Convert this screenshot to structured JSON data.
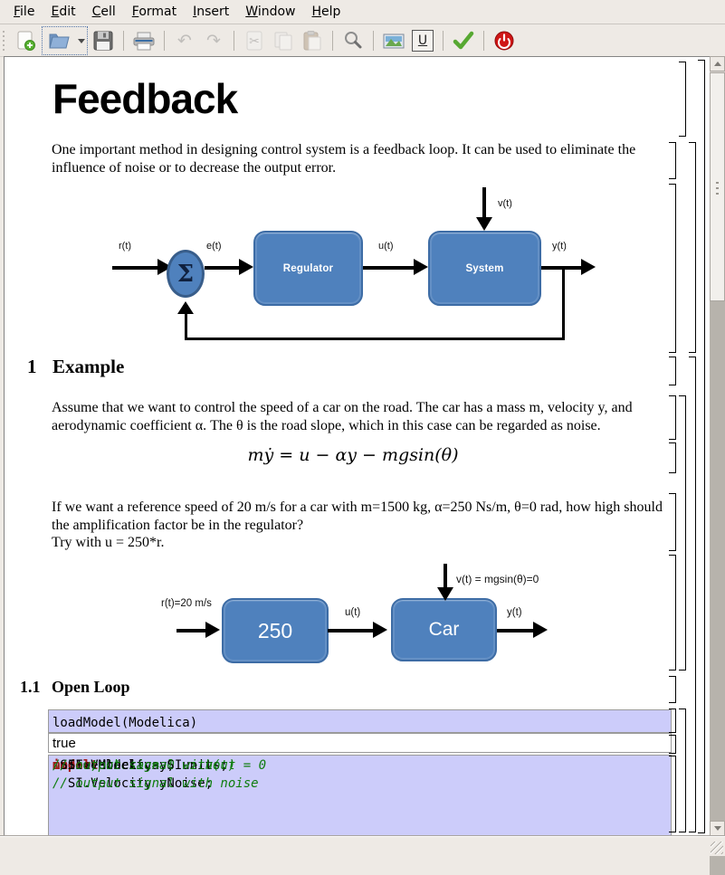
{
  "menu": {
    "items": [
      {
        "accel": "F",
        "rest": "ile"
      },
      {
        "accel": "E",
        "rest": "dit"
      },
      {
        "accel": "C",
        "rest": "ell"
      },
      {
        "accel": "F",
        "rest": "ormat"
      },
      {
        "accel": "I",
        "rest": "nsert"
      },
      {
        "accel": "W",
        "rest": "indow"
      },
      {
        "accel": "H",
        "rest": "elp"
      }
    ]
  },
  "toolbar": {
    "icons": [
      "new-document",
      "open-notebook",
      "open-dropdown",
      "save",
      "print",
      "undo",
      "redo",
      "cut",
      "copy",
      "paste",
      "search",
      "insert-image",
      "underline",
      "evaluate-check",
      "stop-power"
    ]
  },
  "document": {
    "title": "Feedback",
    "para1": [
      "One important method in designing control system is a feedback loop. It can be used to eliminate the",
      "influence of noise or to decrease the output error."
    ],
    "heading1": {
      "number": "1",
      "text": "Example"
    },
    "para2": [
      "Assume that we want to control the speed of a car on the road. The car has a mass m, velocity y, and",
      "aerodynamic coefficient α. The θ is the road slope, which in this case can be regarded as noise."
    ],
    "formula": "mẏ = u − αy − mgsin(θ)",
    "para3": [
      "If we want a reference speed of 20 m/s for a car with m=1500 kg, α=250 Ns/m, θ=0 rad, how high should",
      "the amplification factor be in the regulator?",
      "Try with u = 250*r."
    ],
    "heading2": {
      "number": "1.1",
      "text": "Open Loop"
    },
    "diagram1": {
      "sum": "Σ",
      "r": "r(t)",
      "e": "e(t)",
      "u": "u(t)",
      "v": "v(t)",
      "y": "y(t)",
      "regulator": "Regulator",
      "system": "System"
    },
    "diagram2": {
      "r": "r(t)=20 m/s",
      "u": "u(t)",
      "v": "v(t) = mgsin(θ)=0",
      "y": "y(t)",
      "gain": "250",
      "car": "Car"
    },
    "cells": {
      "input1": "loadModel(Modelica)",
      "output1": "true",
      "code2": {
        "l1_kw": "model",
        "l1_rest": " noFeedback",
        "l2_pre": "  ",
        "l2_kw": "import",
        "l2_rest": " SI = Modelica.SIunits;",
        "l3_code": "  SI.Velocity y;                                ",
        "l3_comment": "// output signal without",
        "l4_comment": "noise, theta = 0 -> v(t) = 0",
        "l5_code": "  SI.Velocity yNoise;                           ",
        "l5_comment": "// output signal with noise"
      }
    }
  },
  "colors": {
    "chrome": "#eeeae5",
    "block_blue": "#4f81bd",
    "block_border": "#3d6ca5",
    "code_cell_bg": "#ccccfa",
    "keyword_red": "#a51b1b",
    "comment_green": "#0e7d0e"
  }
}
